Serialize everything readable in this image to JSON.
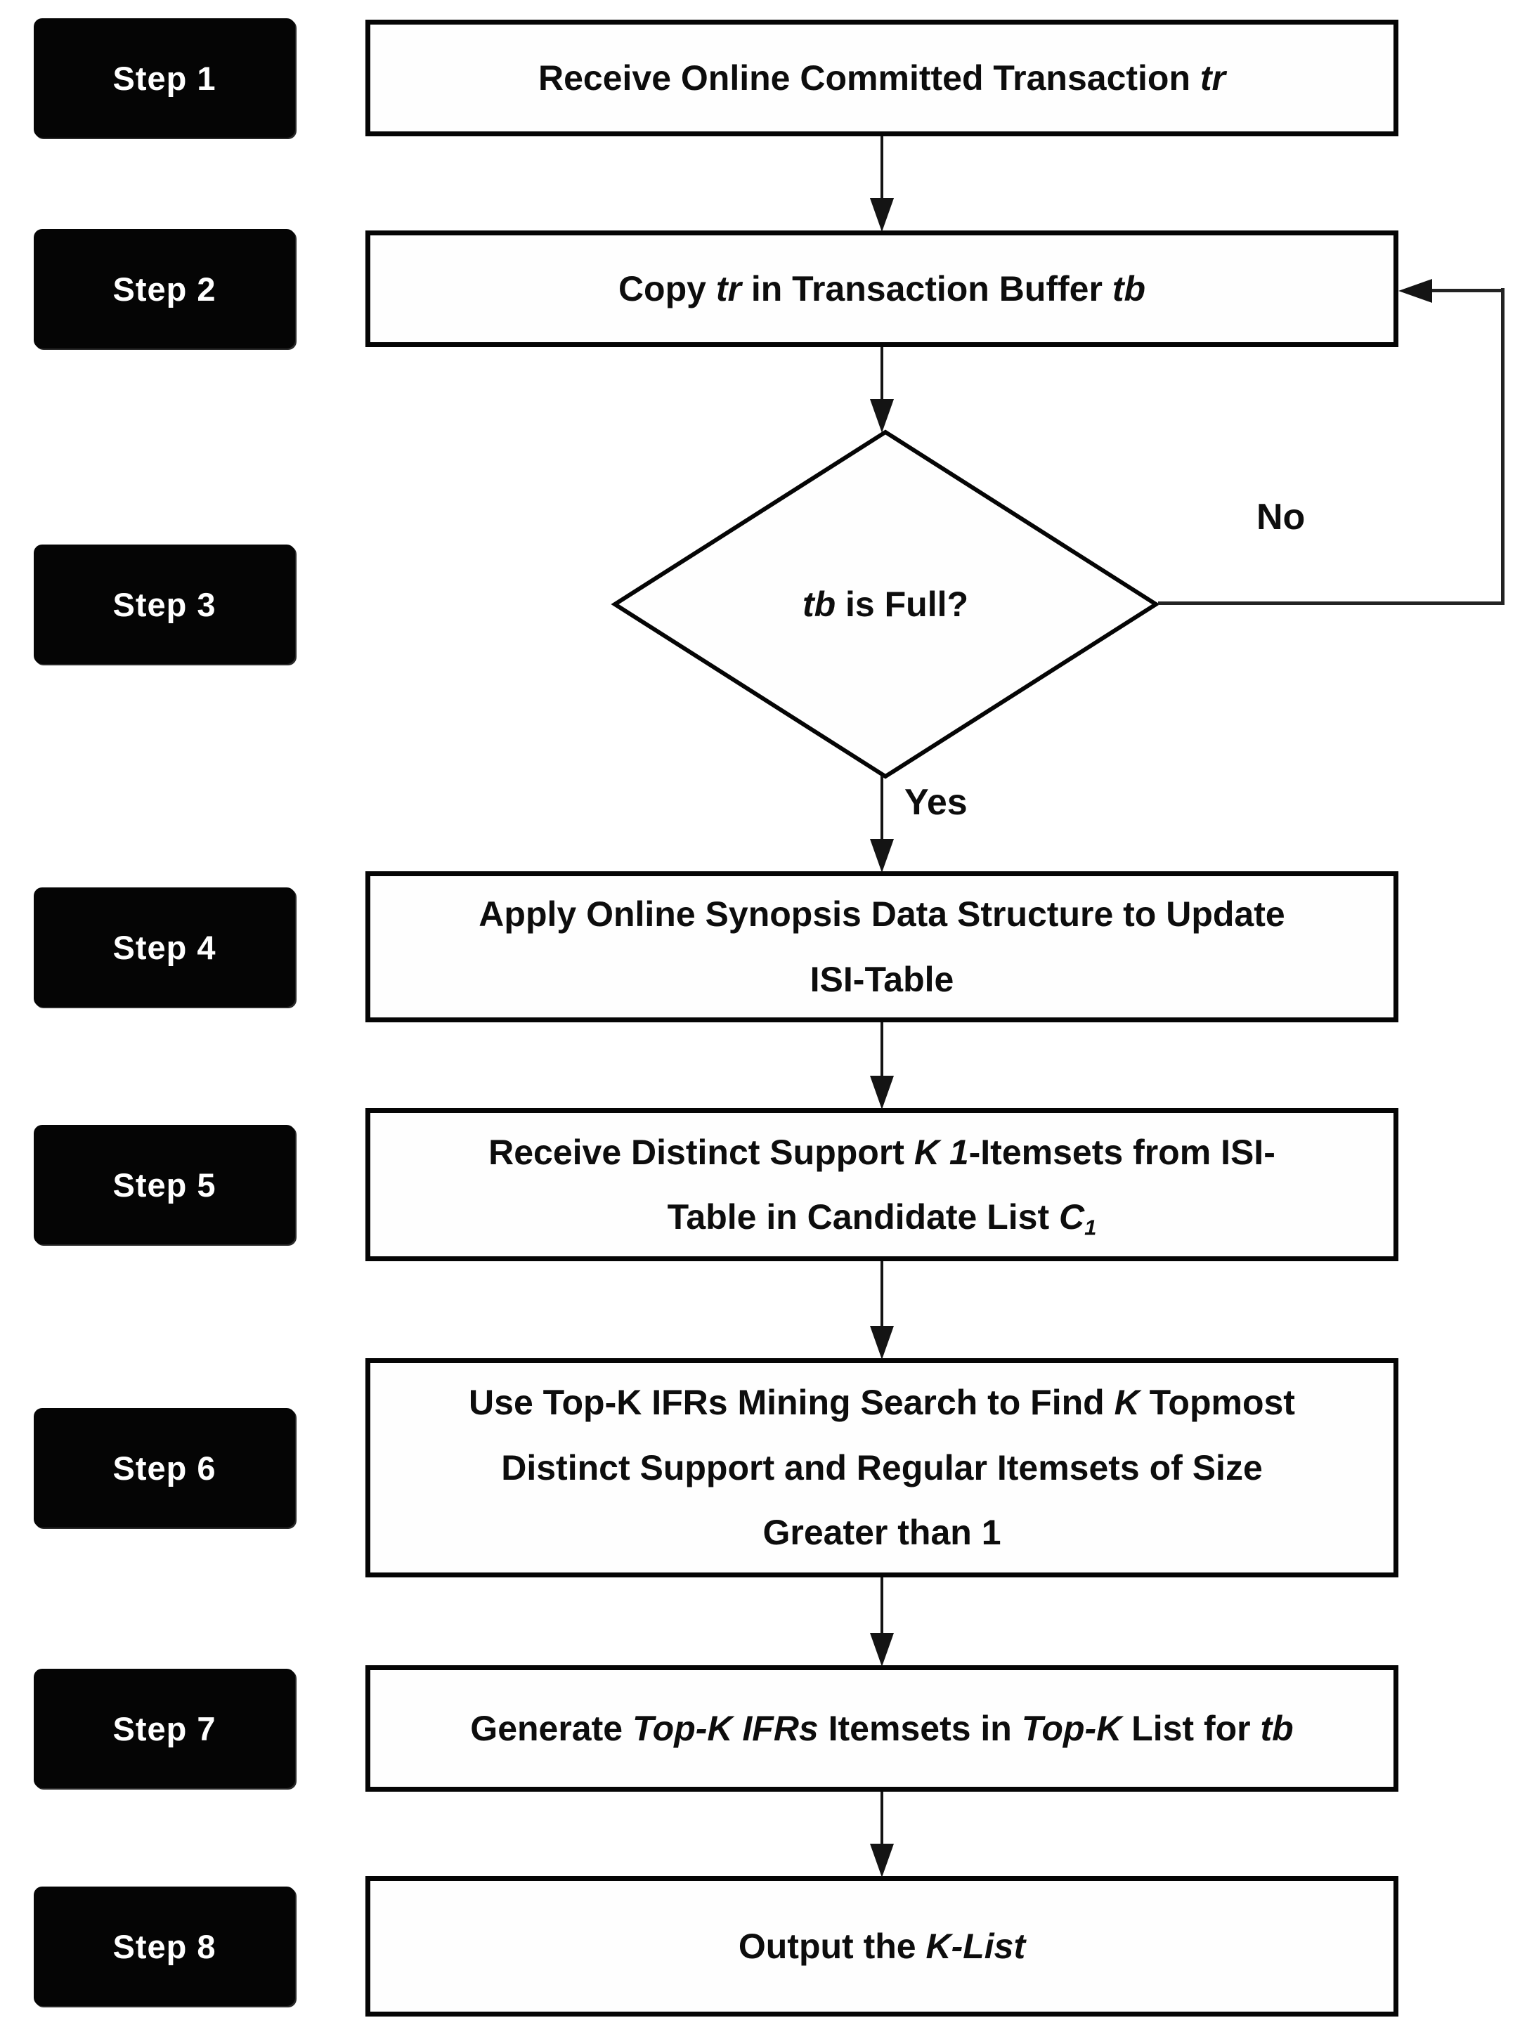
{
  "diagram": {
    "branch_labels": {
      "no": "No",
      "yes": "Yes"
    },
    "colors": {
      "background": "#ffffff",
      "node_fill": "#fefefe",
      "node_border": "#050505",
      "step_label_bg": "#050505",
      "step_label_text": "#ffffff",
      "line": "#141414",
      "text": "#0d0d0d"
    },
    "steps": [
      {
        "label": "Step 1",
        "shape": "process",
        "text": [
          {
            "t": "Receive Online Committed Transaction "
          },
          {
            "t": "tr",
            "i": true
          }
        ]
      },
      {
        "label": "Step 2",
        "shape": "process",
        "text": [
          {
            "t": "Copy "
          },
          {
            "t": "tr",
            "i": true
          },
          {
            "t": " in Transaction Buffer "
          },
          {
            "t": "tb",
            "i": true
          }
        ]
      },
      {
        "label": "Step 3",
        "shape": "decision",
        "text": [
          {
            "t": "tb",
            "i": true
          },
          {
            "t": " is Full?"
          }
        ]
      },
      {
        "label": "Step 4",
        "shape": "process",
        "text": [
          {
            "t": "Apply Online Synopsis Data Structure to Update"
          },
          {
            "br": true
          },
          {
            "t": "ISI-Table"
          }
        ]
      },
      {
        "label": "Step 5",
        "shape": "process",
        "text": [
          {
            "t": "Receive Distinct Support "
          },
          {
            "t": "K 1",
            "i": true
          },
          {
            "t": "-Itemsets from ISI-"
          },
          {
            "br": true
          },
          {
            "t": "Table in Candidate List "
          },
          {
            "t": "C",
            "i": true
          },
          {
            "t": "1",
            "i": true,
            "sub": true
          }
        ]
      },
      {
        "label": "Step 6",
        "shape": "process",
        "text": [
          {
            "t": "Use Top-K IFRs Mining Search to Find "
          },
          {
            "t": "K",
            "i": true
          },
          {
            "t": " Topmost"
          },
          {
            "br": true
          },
          {
            "t": "Distinct Support and Regular Itemsets of Size"
          },
          {
            "br": true
          },
          {
            "t": "Greater than 1"
          }
        ]
      },
      {
        "label": "Step 7",
        "shape": "process",
        "text": [
          {
            "t": "Generate "
          },
          {
            "t": "Top-K IFRs",
            "i": true
          },
          {
            "t": " Itemsets in "
          },
          {
            "t": "Top-K",
            "i": true
          },
          {
            "t": " List for "
          },
          {
            "t": "tb",
            "i": true
          }
        ]
      },
      {
        "label": "Step 8",
        "shape": "process",
        "text": [
          {
            "t": "Output the "
          },
          {
            "t": "K-List",
            "i": true
          }
        ]
      }
    ]
  }
}
